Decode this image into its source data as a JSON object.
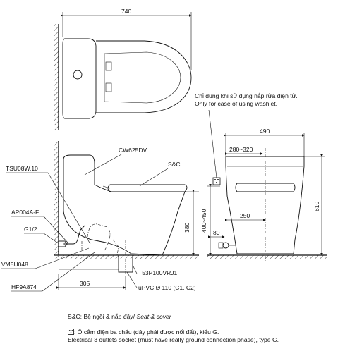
{
  "dimensions": {
    "width_740": "740",
    "width_490": "490",
    "inner_280_320": "280~320",
    "height_380": "380",
    "height_400_450": "400~450",
    "height_610": "610",
    "depth_305": "305",
    "depth_250": "250",
    "height_80": "80"
  },
  "labels": {
    "cw625dv": "CW625DV",
    "sc": "S&C",
    "tsu08w10": "TSU08W.10",
    "ap004af": "AP004A-F",
    "g12": "G1/2",
    "vm5u048": "VM5U048",
    "hf9a874": "HF9A874",
    "t53p100vrj1": "T53P100VRJ1",
    "upvc": "uPVC Ø 110 (C1, C2)"
  },
  "washlet_note": {
    "line1": "Chỉ dùng khi sử dụng nắp rửa điện tử.",
    "line2": "Only for case of using washlet."
  },
  "legend": {
    "sc_prefix": "S&C: Bệ ngồi & nắp đậy/ ",
    "sc_italic": "Seat & cover",
    "socket_line1": ": Ổ cắm điện ba chấu (dây phải được nối đất), kiểu G.",
    "socket_line2": "Electrical 3 outlets socket (must have really ground connection phase), type G."
  },
  "icons": [
    "socket-icon"
  ]
}
